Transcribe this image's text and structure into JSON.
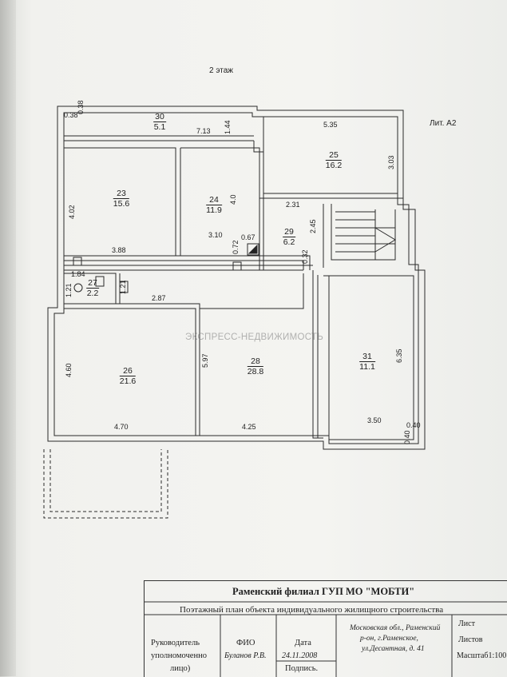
{
  "floor_label": "2 этаж",
  "lit_label": "Лит. А2",
  "watermark": "ЭКСПРЕСС-НЕДВИЖИМОСТЬ",
  "rooms": [
    {
      "number": "30",
      "area": "5.1"
    },
    {
      "number": "25",
      "area": "16.2"
    },
    {
      "number": "23",
      "area": "15.6"
    },
    {
      "number": "24",
      "area": "11.9"
    },
    {
      "number": "29",
      "area": "6.2"
    },
    {
      "number": "27",
      "area": "2.2"
    },
    {
      "number": "26",
      "area": "21.6"
    },
    {
      "number": "28",
      "area": "28.8"
    },
    {
      "number": "31",
      "area": "11.1"
    }
  ],
  "dimensions": {
    "d038a": "0.38",
    "d038b": "0.38",
    "d713": "7.13",
    "d144": "1.44",
    "d535": "5.35",
    "d303": "3.03",
    "d402": "4.02",
    "d40": "4.0",
    "d231": "2.31",
    "d245": "2.45",
    "d310": "3.10",
    "d067": "0.67",
    "d072": "0.72",
    "d032": "0.32",
    "d388": "3.88",
    "d184": "1.84",
    "d121a": "1.21",
    "d121b": "1.21",
    "d287": "2.87",
    "d460": "4.60",
    "d597": "5.97",
    "d635": "6.35",
    "d470": "4.70",
    "d425": "4.25",
    "d350": "3.50",
    "d040a": "0.40",
    "d040b": "0.40"
  },
  "title_block": {
    "org": "Раменский филиал ГУП МО \"МОБТИ\"",
    "subtitle": "Поэтажный план объекта индивидуального жилищного строительства",
    "address_1": "Московская обл., Раменский",
    "address_2": "р-он, г.Раменское,",
    "address_3": "ул.Десантная, д. 41",
    "sheet": "Лист",
    "sheets": "Листов",
    "scale": "Масштаб1:100",
    "head_1": "Руководитель",
    "head_2": "уполномоченно",
    "head_3": "лицо)",
    "fio_label": "ФИО",
    "fio_value": "Буланов Р.В.",
    "date_label": "Дата",
    "date_value": "24.11.2008",
    "sign_label": "Подпись."
  }
}
